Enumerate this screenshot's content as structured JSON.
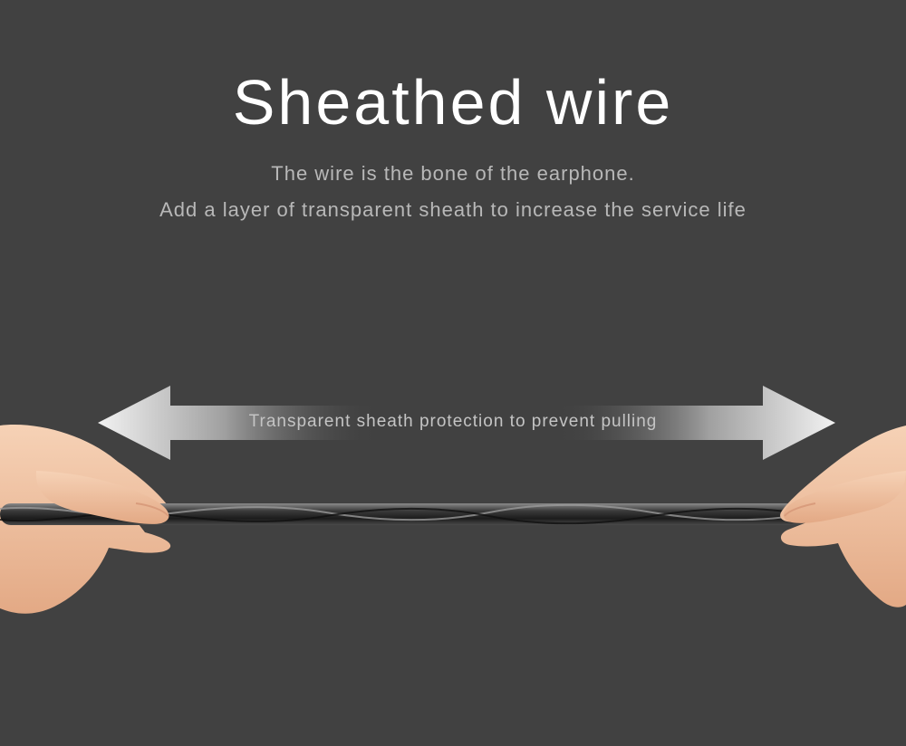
{
  "heading": {
    "title": "Sheathed wire",
    "line1": "The wire is the bone of the earphone.",
    "line2": "Add a layer of transparent sheath to increase the service life"
  },
  "callout": {
    "text": "Transparent sheath protection to prevent pulling"
  },
  "icons": {
    "left_arrow": "arrow-left-icon",
    "right_arrow": "arrow-right-icon"
  },
  "colors": {
    "background": "#414141",
    "title": "#ffffff",
    "subtitle": "#b8b8b8",
    "skin": "#f0c4a4",
    "wire": "#2a2a2a"
  }
}
